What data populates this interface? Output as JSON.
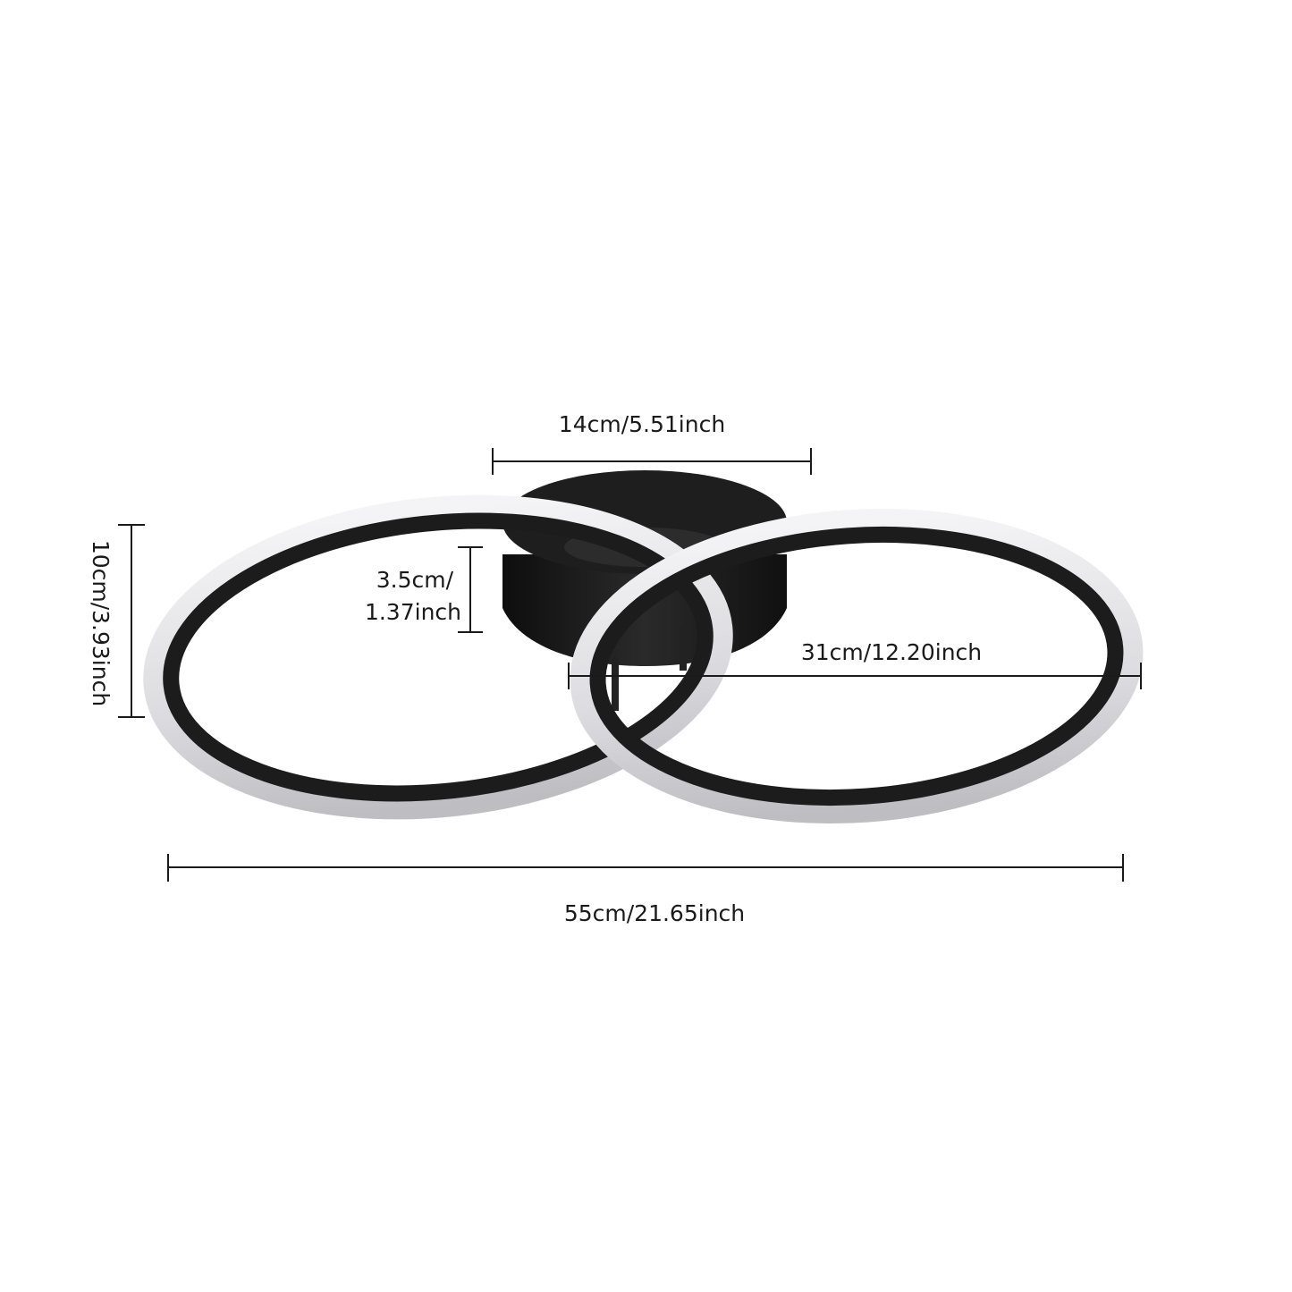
{
  "product": "dual-ring-ceiling-light",
  "colors": {
    "background": "#ffffff",
    "ring_frame": "#1c1c1c",
    "ring_diffuser": "#e4e4e8",
    "canopy": "#161616",
    "dimension_line": "#1a1a1a",
    "dimension_text": "#1a1a1a"
  },
  "dimensions": {
    "canopy_diameter": "14cm/5.51inch",
    "height_total": "10cm/3.93inch",
    "canopy_height_line1": "3.5cm/",
    "canopy_height_line2": "1.37inch",
    "ring_diameter": "31cm/12.20inch",
    "total_length": "55cm/21.65inch"
  }
}
